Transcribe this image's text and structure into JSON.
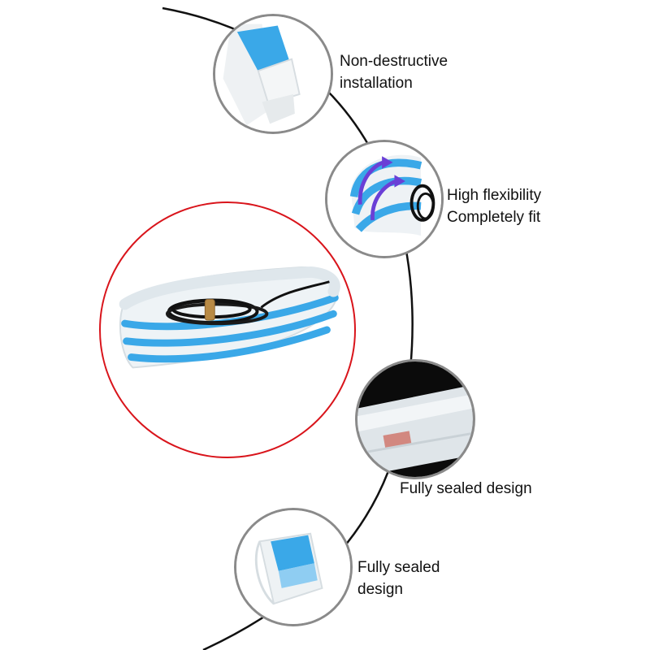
{
  "features": [
    {
      "lines": [
        "Non-destructive",
        "installation"
      ],
      "icon": "adhesive-tape-corner"
    },
    {
      "lines": [
        "High flexibility",
        "Completely fit"
      ],
      "icon": "flexible-strip-arrows"
    },
    {
      "lines": [
        "Fully sealed design"
      ],
      "icon": "sealed-strip-closeup"
    },
    {
      "lines": [
        "Fully sealed",
        "design"
      ],
      "icon": "sealed-end-cap"
    }
  ],
  "colors": {
    "accent_blue": "#3aa8e8",
    "ring_red": "#d9141b",
    "ring_gray": "#8a8a8a",
    "arc_black": "#111111",
    "arrow_purple": "#6a3fd6"
  }
}
